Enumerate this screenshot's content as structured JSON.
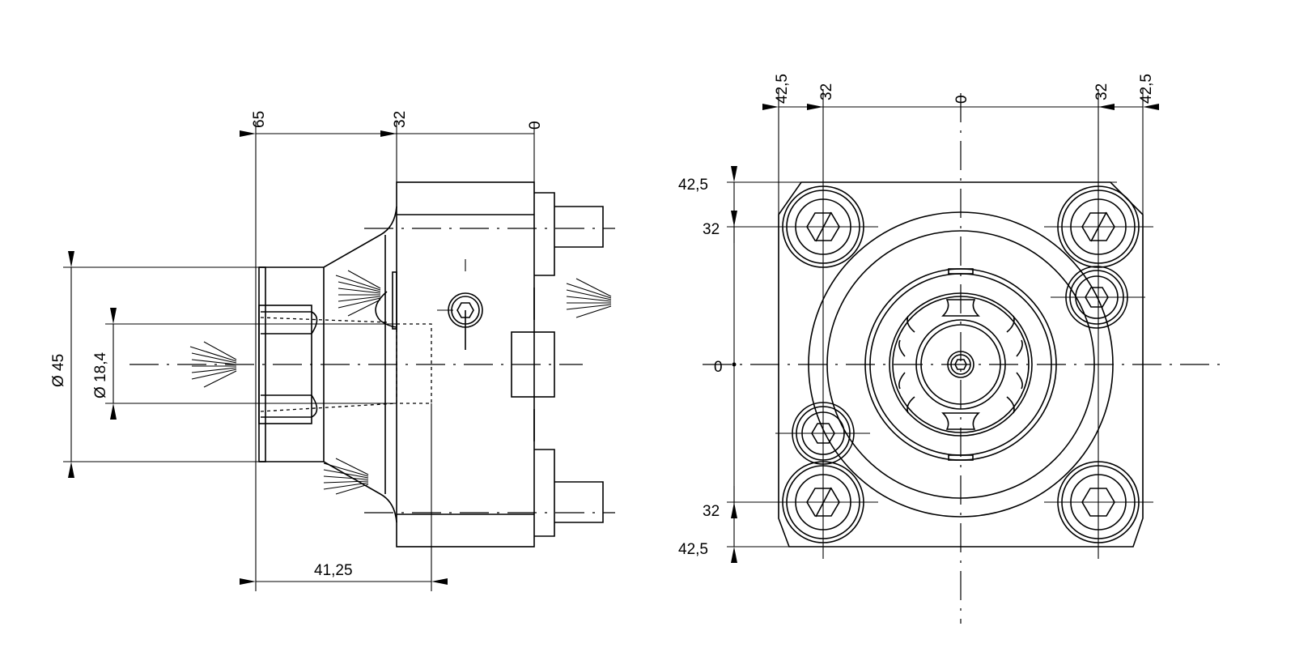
{
  "side_view": {
    "dim_top": [
      "65",
      "32",
      "0"
    ],
    "dim_outer_diameter": "Ø 45",
    "dim_bore_diameter": "Ø 18,4",
    "dim_length": "41,25"
  },
  "front_view": {
    "dim_top": [
      "42,5",
      "32",
      "0",
      "32",
      "42,5"
    ],
    "dim_left": [
      "42,5",
      "32",
      "0",
      "32",
      "42,5"
    ]
  }
}
